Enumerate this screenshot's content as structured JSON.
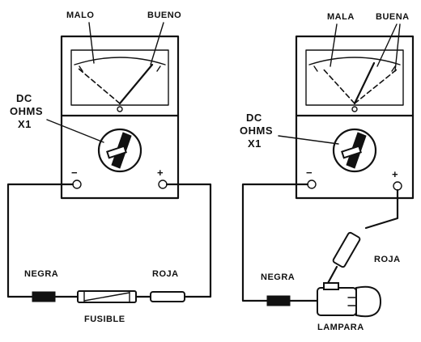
{
  "left": {
    "malo": "MALO",
    "bueno": "BUENO",
    "range_line1": "DC",
    "range_line2": "OHMS",
    "range_line3": "X1",
    "minus": "−",
    "plus": "+",
    "negra": "NEGRA",
    "roja": "ROJA",
    "fusible": "FUSIBLE"
  },
  "right": {
    "mala": "MALA",
    "buena": "BUENA",
    "range_line1": "DC",
    "range_line2": "OHMS",
    "range_line3": "X1",
    "minus": "−",
    "plus": "+",
    "negra": "NEGRA",
    "roja": "ROJA",
    "lampara": "LAMPARA"
  },
  "colors": {
    "ink": "#111111",
    "paper": "#ffffff"
  }
}
